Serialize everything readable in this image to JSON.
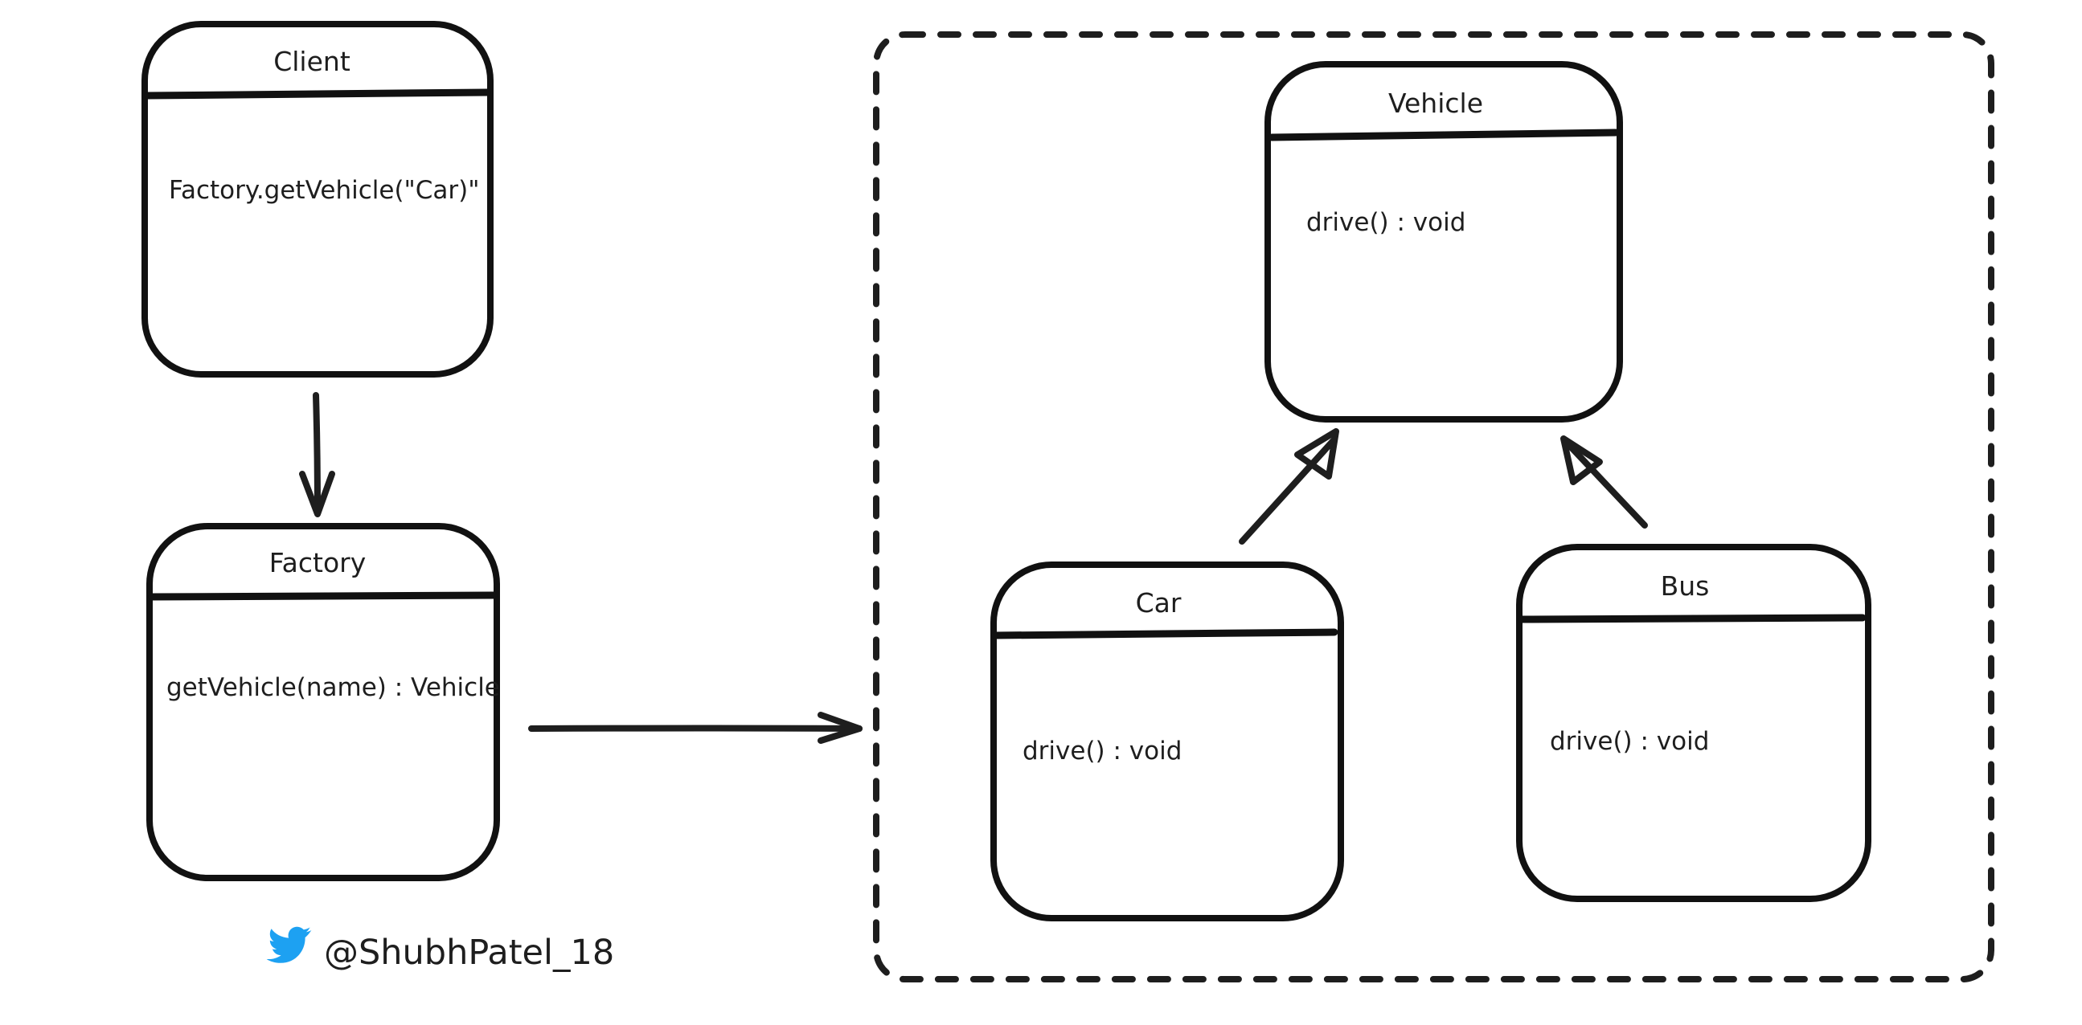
{
  "colors": {
    "stroke": "#1e1e1e",
    "background": "#ffffff",
    "twitter_blue": "#1da1f2"
  },
  "classes": {
    "client": {
      "title": "Client",
      "method": "Factory.getVehicle(\"Car)\""
    },
    "factory": {
      "title": "Factory",
      "method": "getVehicle(name) : Vehicle"
    },
    "vehicle": {
      "title": "Vehicle",
      "method": "drive() : void"
    },
    "car": {
      "title": "Car",
      "method": "drive() : void"
    },
    "bus": {
      "title": "Bus",
      "method": "drive() : void"
    }
  },
  "footer": {
    "icon": "twitter-bird-icon",
    "handle": "@ShubhPatel_18"
  }
}
